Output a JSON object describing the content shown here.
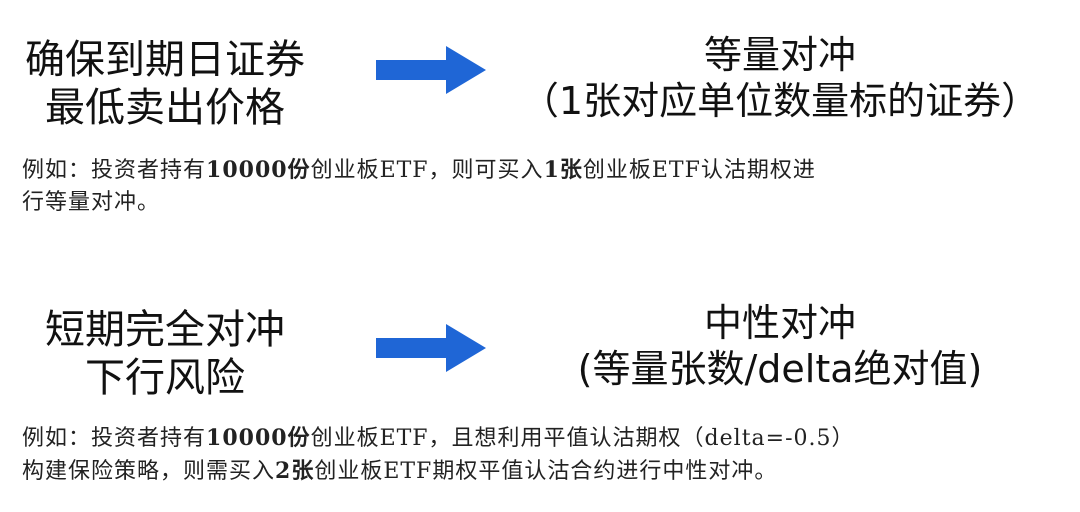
{
  "colors": {
    "arrow": "#1f66d6",
    "text": "#111111"
  },
  "row1": {
    "left_line1": "确保到期日证券",
    "left_line2": "最低卖出价格",
    "right_line1": "等量对冲",
    "right_line2": "（1张对应单位数量标的证券）",
    "arrow_icon": "right-arrow-icon",
    "example_a": "例如：投资者持有",
    "example_b": "10000份",
    "example_c": "创业板ETF，则可买入",
    "example_d": "1张",
    "example_e": "创业板ETF认沽期权进",
    "example_line2": "行等量对冲。"
  },
  "row2": {
    "left_line1": "短期完全对冲",
    "left_line2": "下行风险",
    "right_line1": "中性对冲",
    "right_line2": "(等量张数/delta绝对值)",
    "arrow_icon": "right-arrow-icon",
    "example_a": "例如：投资者持有",
    "example_b": "10000份",
    "example_c": "创业板ETF，且想利用平值认沽期权（delta=-0.5）",
    "example_line2_a": "构建保险策略，则需买入",
    "example_line2_b": "2张",
    "example_line2_c": "创业板ETF期权平值认沽合约进行中性对冲。"
  }
}
